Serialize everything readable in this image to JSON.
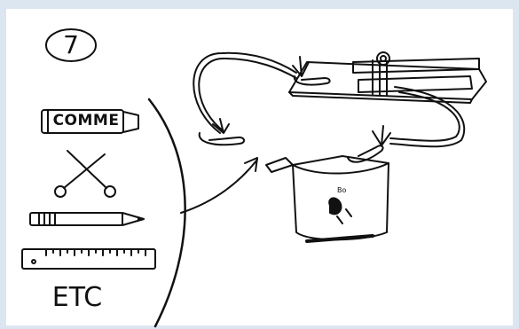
{
  "step_number": "7",
  "eraser_label": "COMME",
  "etc_label": "ETC",
  "can_text": "Bo"
}
